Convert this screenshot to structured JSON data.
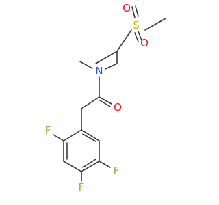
{
  "molecule": {
    "atoms": {
      "O_sulfonyl_top": {
        "text": "O",
        "color": "#ff0d0d"
      },
      "S": {
        "text": "S",
        "color": "#c8b400"
      },
      "O_sulfonyl_bottom": {
        "text": "O",
        "color": "#ff0d0d"
      },
      "N": {
        "text": "N",
        "color": "#3050f8"
      },
      "O_carbonyl": {
        "text": "O",
        "color": "#ff0d0d"
      },
      "F_ortho": {
        "text": "F",
        "color": "#7fbf3f"
      },
      "F_meta": {
        "text": "F",
        "color": "#7fbf3f"
      },
      "F_para": {
        "text": "F",
        "color": "#7fbf3f"
      }
    },
    "bond_color": "#3a3a3a",
    "background": "#ffffff"
  }
}
